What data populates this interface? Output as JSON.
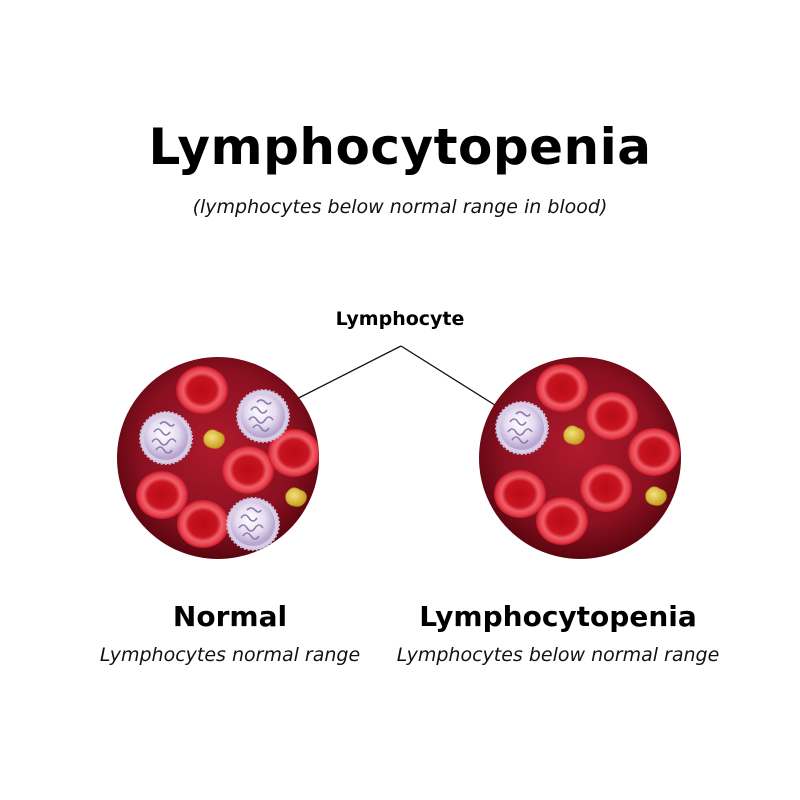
{
  "header": {
    "title": "Lymphocytopenia",
    "subtitle": "(lymphocytes below normal range in blood)"
  },
  "callout": {
    "label": "Lymphocyte"
  },
  "panels": {
    "normal": {
      "title": "Normal",
      "subtitle": "Lymphocytes normal range"
    },
    "lymphocytopenia": {
      "title": "Lymphocytopenia",
      "subtitle": "Lymphocytes below normal range"
    }
  },
  "colors": {
    "blood_dark": "#6e0a16",
    "blood_mid": "#a8182a",
    "rbc_edge": "#e8404a",
    "rbc_center": "#c0101a",
    "lymphocyte": "#e8e0f0",
    "lymphocyte_texture": "#8f7ab0",
    "platelet": "#e0c040"
  }
}
